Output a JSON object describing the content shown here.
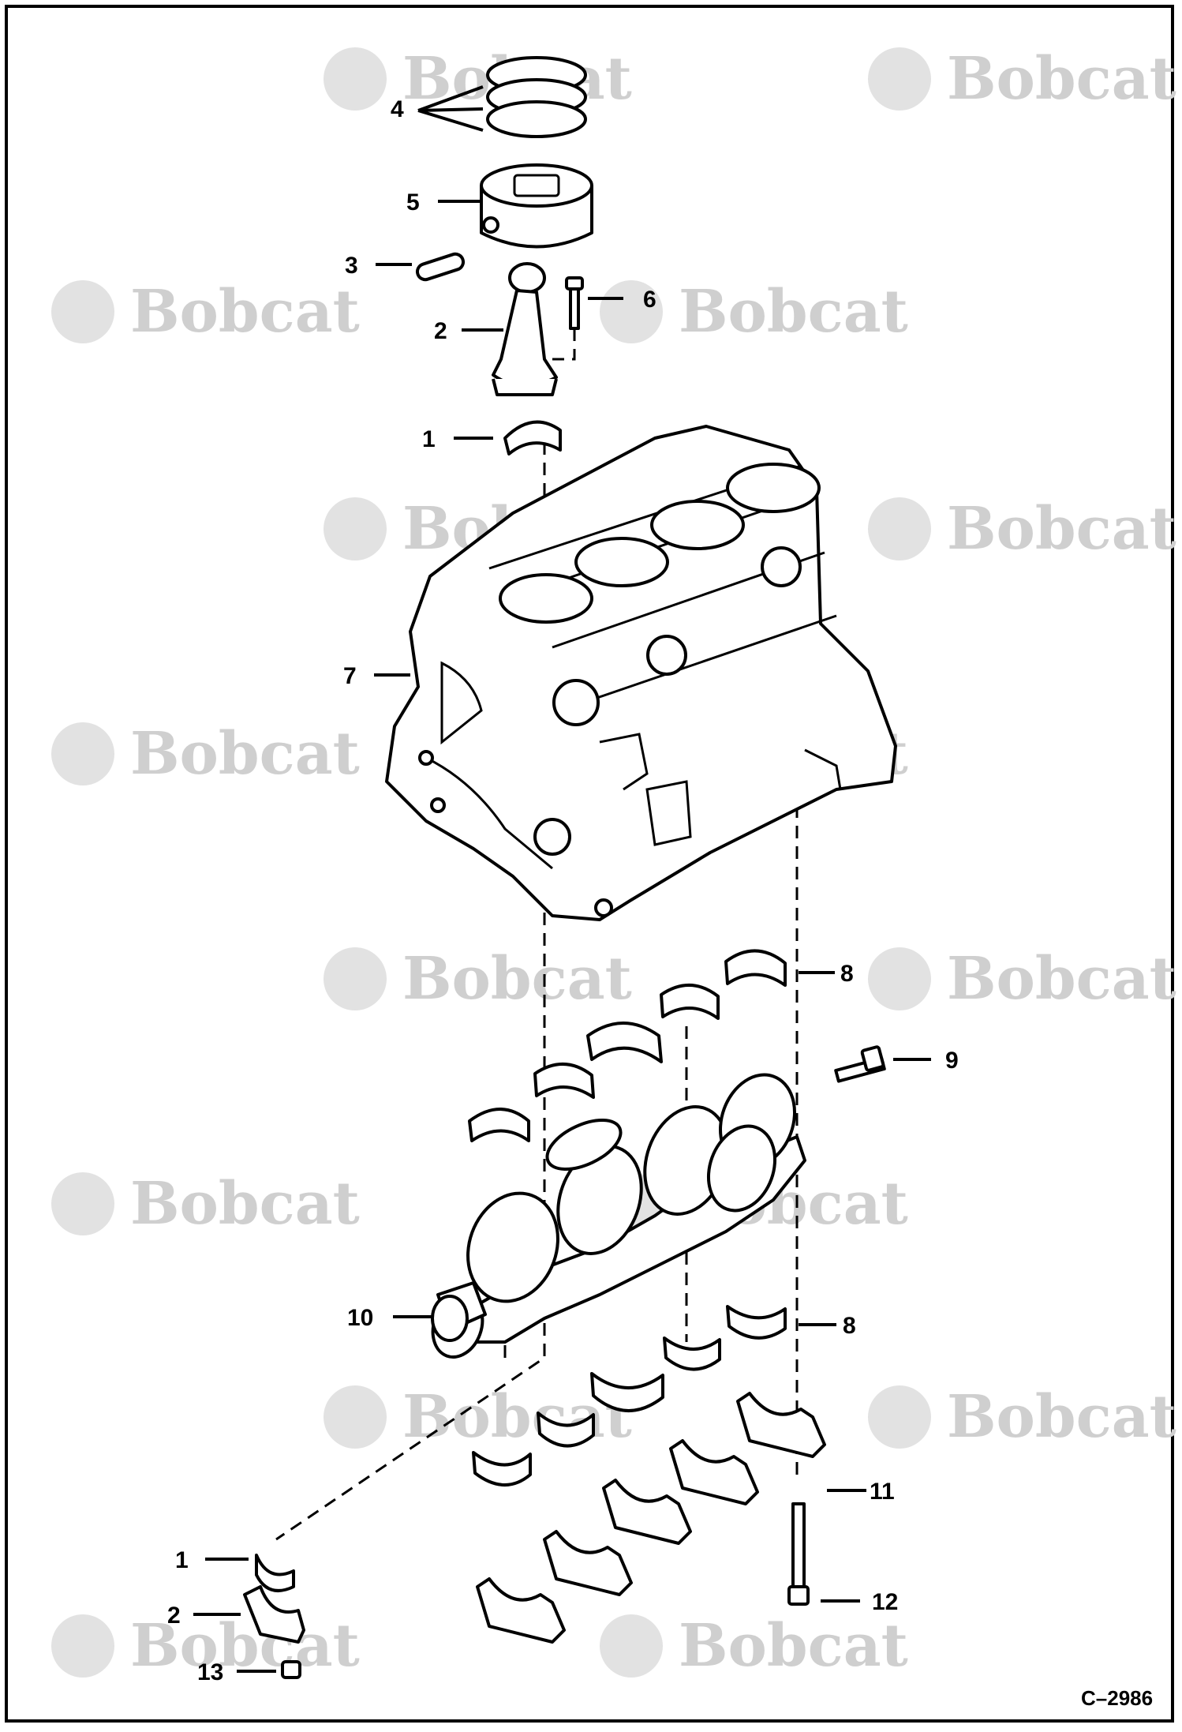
{
  "diagram": {
    "watermark_text": "Bobcat",
    "reference_code": "C–2986",
    "callouts": [
      "4",
      "5",
      "3",
      "6",
      "2",
      "1",
      "7",
      "8",
      "9",
      "10",
      "8",
      "11",
      "1",
      "12",
      "2",
      "13"
    ]
  }
}
